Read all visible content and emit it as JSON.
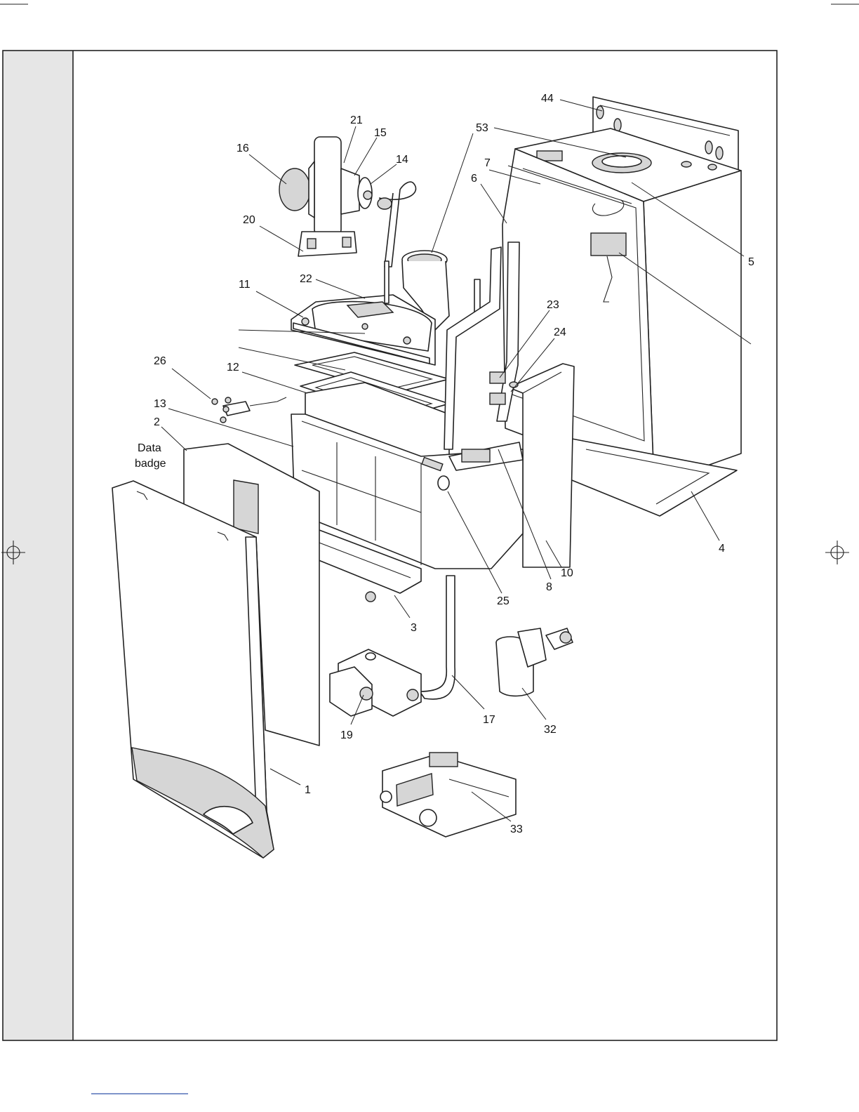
{
  "diagram": {
    "callouts": [
      {
        "id": "44",
        "label": "44"
      },
      {
        "id": "21",
        "label": "21"
      },
      {
        "id": "15",
        "label": "15"
      },
      {
        "id": "53",
        "label": "53"
      },
      {
        "id": "16",
        "label": "16"
      },
      {
        "id": "14",
        "label": "14"
      },
      {
        "id": "7",
        "label": "7"
      },
      {
        "id": "6",
        "label": "6"
      },
      {
        "id": "20",
        "label": "20"
      },
      {
        "id": "5",
        "label": "5"
      },
      {
        "id": "11",
        "label": "11"
      },
      {
        "id": "22",
        "label": "22"
      },
      {
        "id": "23",
        "label": "23"
      },
      {
        "id": "24",
        "label": "24"
      },
      {
        "id": "26",
        "label": "26"
      },
      {
        "id": "12",
        "label": "12"
      },
      {
        "id": "13",
        "label": "13"
      },
      {
        "id": "2",
        "label": "2"
      },
      {
        "id": "data-badge-1",
        "label": "Data"
      },
      {
        "id": "data-badge-2",
        "label": "badge"
      },
      {
        "id": "4",
        "label": "4"
      },
      {
        "id": "10",
        "label": "10"
      },
      {
        "id": "8",
        "label": "8"
      },
      {
        "id": "25",
        "label": "25"
      },
      {
        "id": "3",
        "label": "3"
      },
      {
        "id": "17",
        "label": "17"
      },
      {
        "id": "32",
        "label": "32"
      },
      {
        "id": "19",
        "label": "19"
      },
      {
        "id": "1",
        "label": "1"
      },
      {
        "id": "33",
        "label": "33"
      }
    ]
  }
}
